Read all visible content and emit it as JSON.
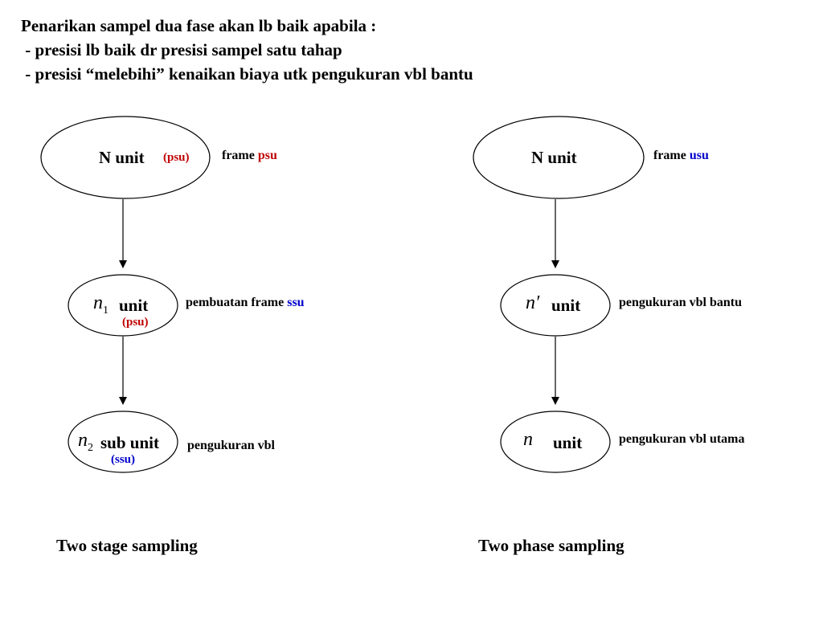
{
  "header": {
    "line1": "Penarikan sampel dua fase akan lb baik apabila :",
    "line2": " - presisi lb baik dr presisi sampel satu tahap",
    "line3": " - presisi “melebihi” kenaikan biaya utk pengukuran vbl bantu"
  },
  "colors": {
    "red": "#c00000",
    "blue": "#0000cc",
    "ink": "#000000"
  },
  "left": {
    "title": "Two stage sampling",
    "node1": {
      "label": "N unit",
      "tag": "(psu)",
      "side_prefix": "frame ",
      "side_highlight": "psu"
    },
    "node2": {
      "var": "n",
      "var_sub": "1",
      "label": "unit",
      "tag": "(psu)",
      "side_prefix": "pembuatan frame ",
      "side_highlight": "ssu"
    },
    "node3": {
      "var": "n",
      "var_sub": "2",
      "label": "sub unit",
      "tag": "(ssu)",
      "side": "pengukuran vbl"
    }
  },
  "right": {
    "title": "Two phase sampling",
    "node1": {
      "label": "N unit",
      "side_prefix": "frame ",
      "side_highlight": "usu"
    },
    "node2": {
      "var": "n′",
      "label": "unit",
      "side": "pengukuran vbl bantu"
    },
    "node3": {
      "var": "n",
      "label": "unit",
      "side": "pengukuran vbl utama"
    }
  }
}
